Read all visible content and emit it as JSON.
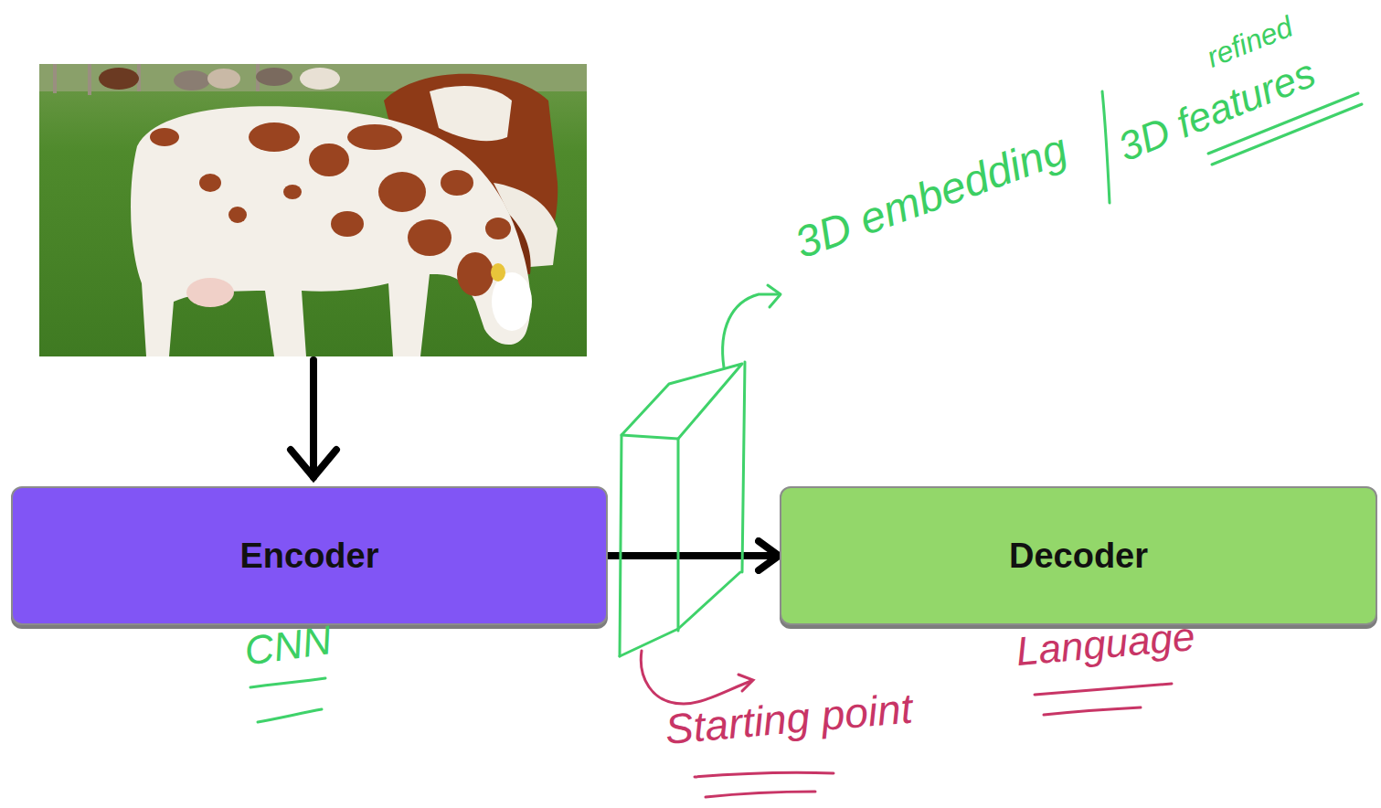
{
  "diagram": {
    "nodes": [
      {
        "text": [
          "Encoder"
        ]
      },
      {
        "text": [
          "Decoder"
        ]
      }
    ],
    "edges": [
      {
        "from": 0,
        "to": 1,
        "arrow": "to"
      }
    ],
    "labels": [
      "CNN",
      "Language",
      "Starting point",
      "3D embedding",
      "3D features",
      "refined"
    ]
  }
}
